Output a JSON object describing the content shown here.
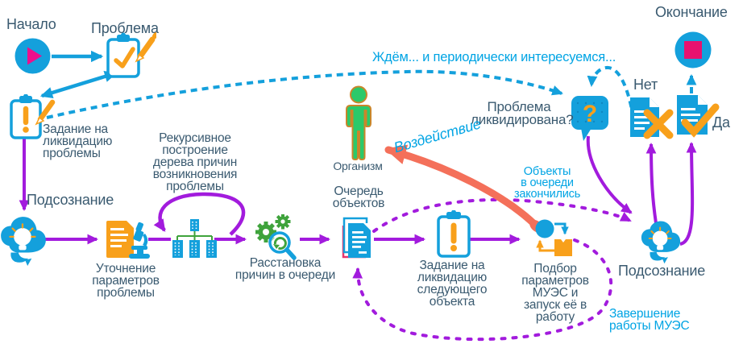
{
  "colors": {
    "blue": "#14A0DC",
    "purple": "#A21BDD",
    "orange": "#F8A01B",
    "magenta": "#EC0F8C",
    "crimson": "#E8116F",
    "pink_accent": "#E8336D",
    "red": "#F4705A",
    "green": "#2BC96A",
    "green_dark": "#3FA33C",
    "cyan": "#00A4E4",
    "text": "#3A5A70"
  },
  "nodes": {
    "start": {
      "label": "Начало"
    },
    "problem": {
      "label": "Проблема"
    },
    "task_problem": {
      "label": "Задание на\nликвидацию\nпроблемы"
    },
    "subconscious_1": {
      "label": "Подсознание"
    },
    "refine": {
      "label": "Уточнение\nпараметров\nпроблемы"
    },
    "recursive": {
      "label": "Рекурсивное\nпостроение\nдерева причин\nвозникновения\nпроблемы"
    },
    "arrange": {
      "label": "Расстановка\nпричин в очереди"
    },
    "queue": {
      "label": "Очередь\nобъектов"
    },
    "task_object": {
      "label": "Задание на\nликвидацию\nследующего\nобъекта"
    },
    "mues": {
      "label": "Подбор\nпараметров\nМУЭС и\nзапуск её в\nработу"
    },
    "organism": {
      "label": "Организм"
    },
    "question": {
      "label": "Проблема\nликвидирована?",
      "mark": "?"
    },
    "no": {
      "label": "Нет"
    },
    "yes": {
      "label": "Да"
    },
    "end": {
      "label": "Окончание"
    },
    "subconscious_2": {
      "label": "Подсознание"
    }
  },
  "edges": {
    "impact": {
      "label": "Воздействие"
    },
    "wait": {
      "label": "Ждём... и периодически интересуемся..."
    },
    "queue_empty": {
      "label": "Объекты\nв очереди\nзакончились"
    },
    "mues_finish": {
      "label": "Завершение\nработы МУЭС"
    }
  },
  "icons": [
    "play-icon",
    "clipboard-check-icon",
    "clipboard-exclamation-icon",
    "brain-icon",
    "document-microscope-icon",
    "tree-icon",
    "gears-search-icon",
    "document-stack-icon",
    "swap-icon",
    "person-icon",
    "question-bubble-icon",
    "document-no-icon",
    "document-yes-icon",
    "stop-icon"
  ]
}
